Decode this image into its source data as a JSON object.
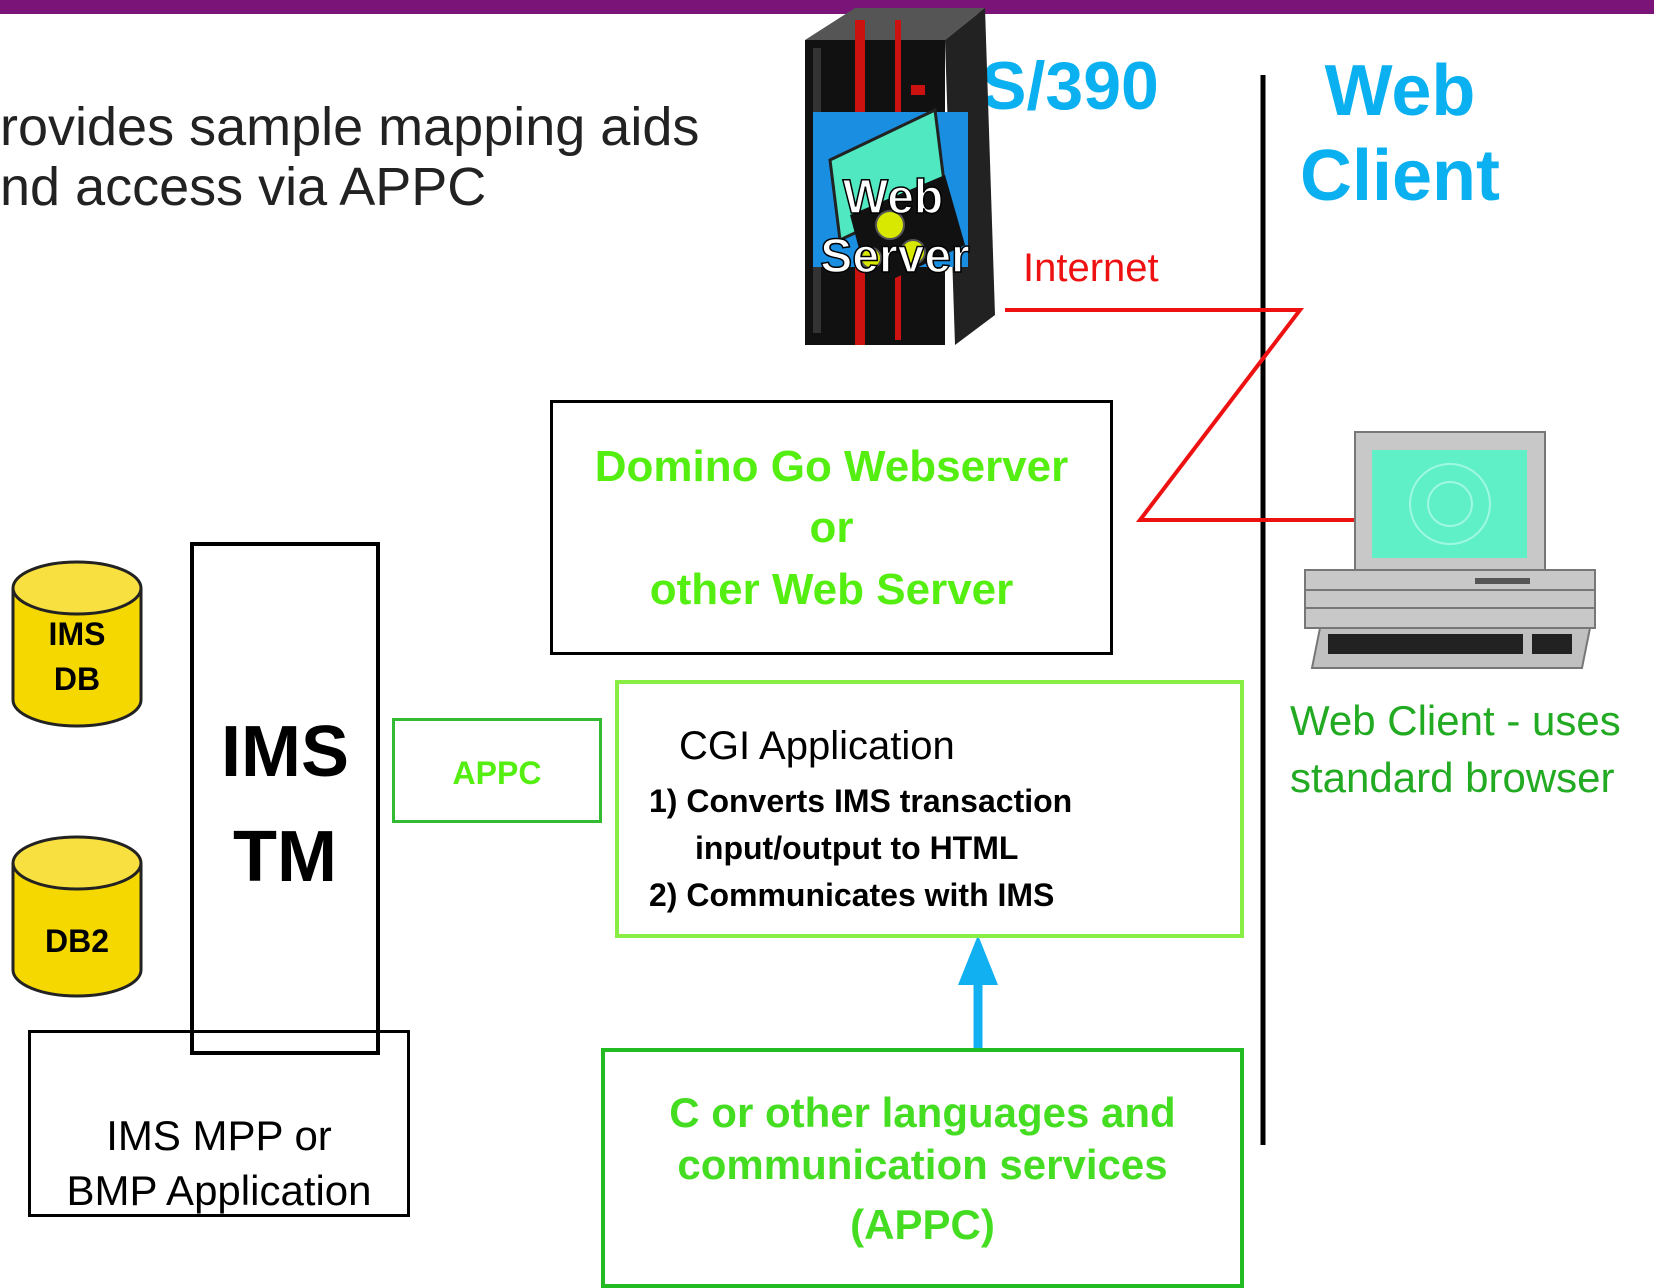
{
  "intro": {
    "line1": "rovides sample mapping aids",
    "line2": "nd access via APPC"
  },
  "headers": {
    "s390": "S/390",
    "web_client_line1": "Web",
    "web_client_line2": "Client"
  },
  "mainframe": {
    "label_line1": "Web",
    "label_line2": "Server"
  },
  "internet_label": "Internet",
  "domino": {
    "line1": "Domino Go Webserver",
    "line2": "or",
    "line3": "other Web Server"
  },
  "web_client_pc": {
    "caption_line1": "Web Client - uses",
    "caption_line2": "standard browser"
  },
  "ims_db": {
    "line1": "IMS",
    "line2": "DB"
  },
  "db2": {
    "label": "DB2"
  },
  "ims_tm": {
    "line1": "IMS",
    "line2": "TM"
  },
  "appc_box": {
    "label": "APPC"
  },
  "cgi": {
    "title": "CGI Application",
    "item1_line1": "1) Converts IMS transaction",
    "item1_line2": "input/output to HTML",
    "item2": "2) Communicates with IMS"
  },
  "mpp": {
    "line1": "IMS MPP or",
    "line2": "BMP Application"
  },
  "lang": {
    "line1": "C or other languages and",
    "line2": "communication services",
    "line3": "(APPC)"
  },
  "colors": {
    "header_blue": "#0ab0f0",
    "internet_red": "#ee1111",
    "title_green": "#55ee11",
    "box_green": "#33cc22",
    "cylinder_yellow": "#f5d800",
    "top_bar": "#7a1478"
  }
}
